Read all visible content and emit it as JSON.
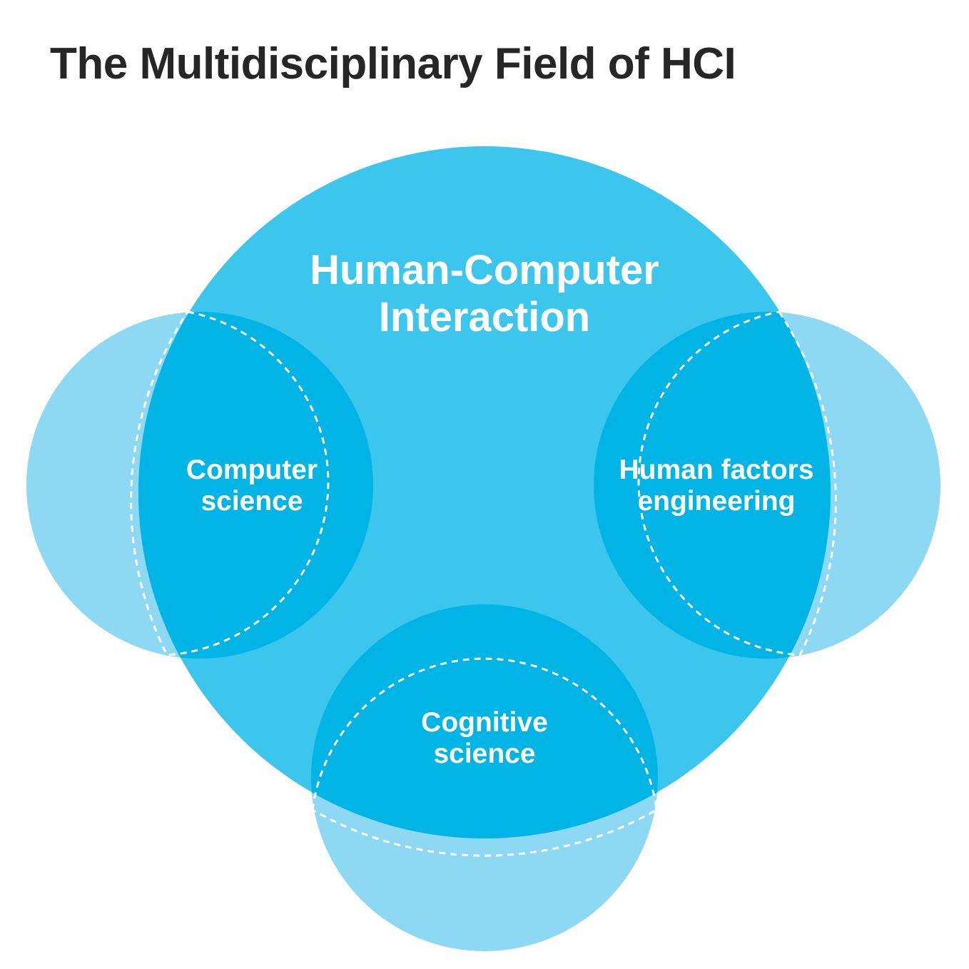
{
  "title": "The Multidisciplinary Field of HCI",
  "main": {
    "label_line1": "Human-Computer",
    "label_line2": "Interaction"
  },
  "disciplines": [
    {
      "id": "computer-science",
      "line1": "Computer",
      "line2": "science"
    },
    {
      "id": "human-factors-engineering",
      "line1": "Human factors",
      "line2": "engineering"
    },
    {
      "id": "cognitive-science",
      "line1": "Cognitive",
      "line2": "science"
    }
  ],
  "colors": {
    "title": "#262626",
    "main_circle": "#3cc6ee",
    "outer_circle": "#8dd8f3",
    "overlap": "#00b4e6",
    "dashes": "#ffffff",
    "label": "#ffffff"
  }
}
